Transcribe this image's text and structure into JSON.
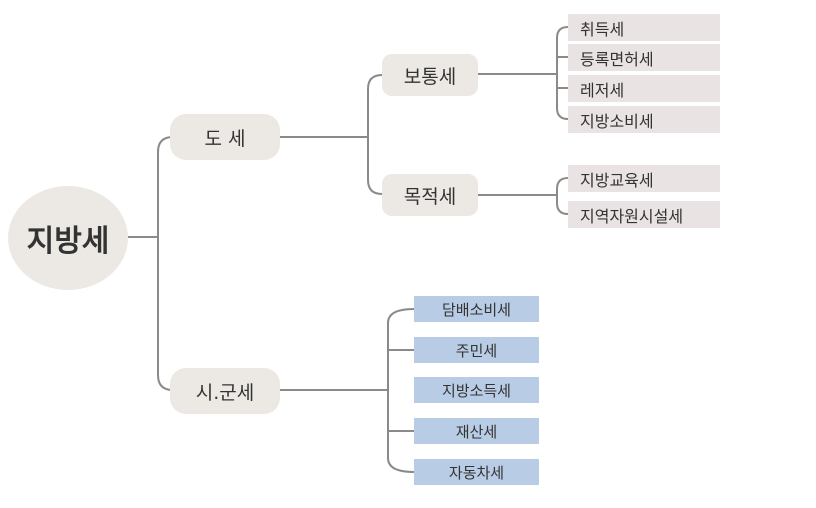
{
  "diagram": {
    "root": "지방세",
    "level1": {
      "do": "도 세",
      "sigun": "시.군세"
    },
    "level2": {
      "botong": "보통세",
      "mokjeok": "목적세"
    },
    "botong_items": [
      "취득세",
      "등록면허세",
      "레저세",
      "지방소비세"
    ],
    "mokjeok_items": [
      "지방교육세",
      "지역자원시설세"
    ],
    "sigun_items": [
      "담배소비세",
      "주민세",
      "지방소득세",
      "재산세",
      "자동차세"
    ]
  },
  "colors": {
    "node_fill": "#ece9e4",
    "pink_fill": "#eae3e3",
    "blue_fill": "#b9cce6",
    "line": "#8a8a8a",
    "text": "#333333"
  }
}
